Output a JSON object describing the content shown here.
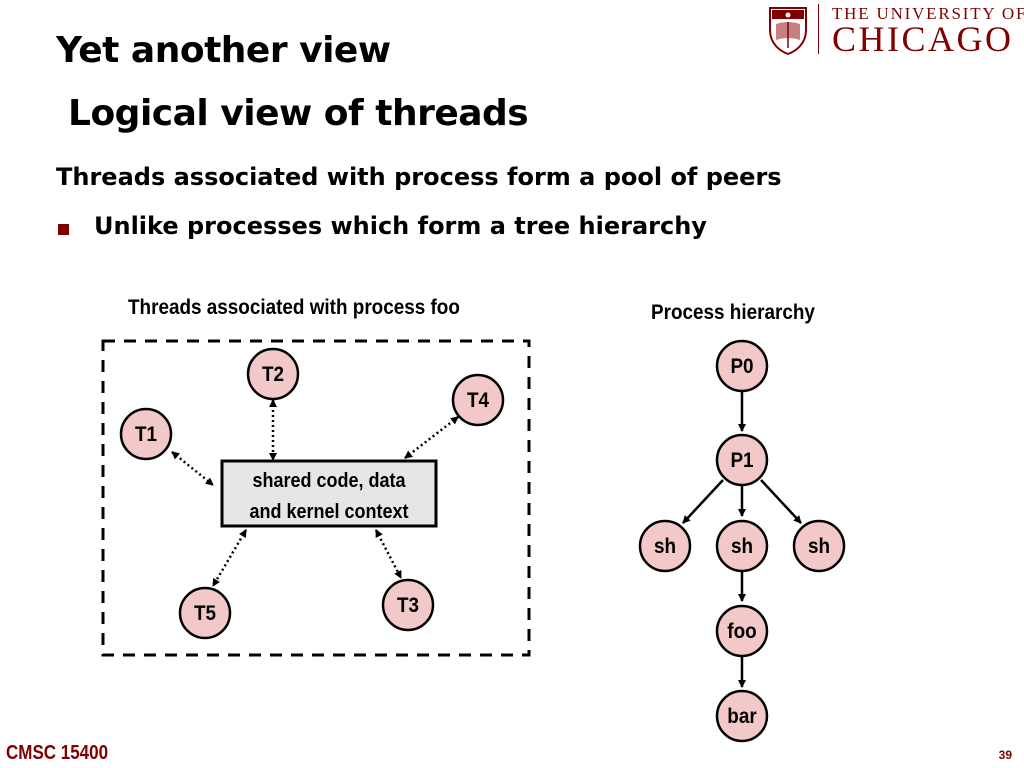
{
  "slide": {
    "title": "Yet another view",
    "subtitle": "Logical view of threads",
    "point": "Threads associated with process form a pool of peers",
    "subpoint": "Unlike processes which form a tree hierarchy",
    "caption_left": "Threads associated with process foo",
    "caption_right": "Process hierarchy"
  },
  "logo": {
    "small": "THE UNIVERSITY OF",
    "big": "CHICAGO"
  },
  "footer": {
    "course": "CMSC 15400",
    "page": "39"
  },
  "threads": {
    "shared_line1": "shared code, data",
    "shared_line2": "and kernel context",
    "nodes": [
      "T1",
      "T2",
      "T3",
      "T4",
      "T5"
    ]
  },
  "hierarchy": {
    "nodes": [
      "P0",
      "P1",
      "sh",
      "sh",
      "sh",
      "foo",
      "bar"
    ]
  },
  "colors": {
    "node_fill": "#f2c8c8",
    "box_fill": "#e6e6e6",
    "brand": "#800000",
    "arrow": "#000000"
  }
}
